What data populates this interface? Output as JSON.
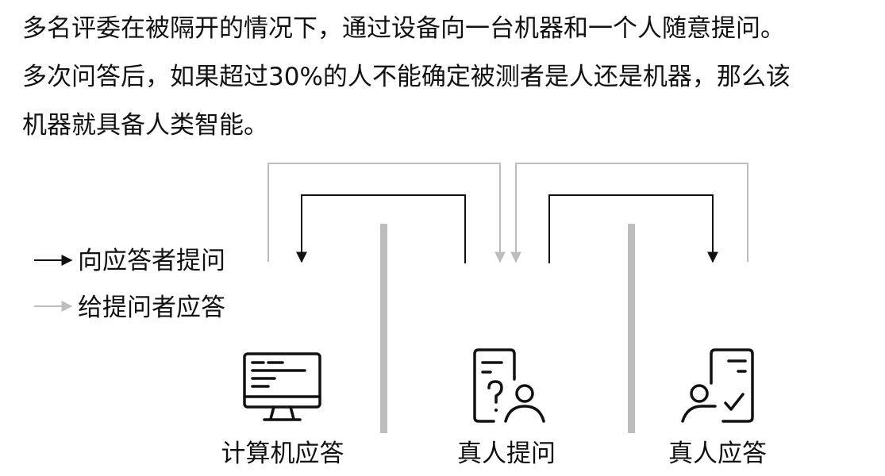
{
  "description": {
    "lines": [
      "多名评委在被隔开的情况下，通过设备向一台机器和一个人随意提问。",
      "多次问答后，如果超过30%的人不能确定被测者是人还是机器，那么该",
      "机器就具备人类智能。"
    ]
  },
  "legend": {
    "ask": "向应答者提问",
    "answer": "给提问者应答"
  },
  "participants": {
    "computer": "计算机应答",
    "questioner": "真人提问",
    "human": "真人应答"
  },
  "colors": {
    "ask_arrow": "#111111",
    "answer_arrow": "#bdbdbd",
    "divider": "#bdbdbd",
    "icon": "#111111"
  }
}
